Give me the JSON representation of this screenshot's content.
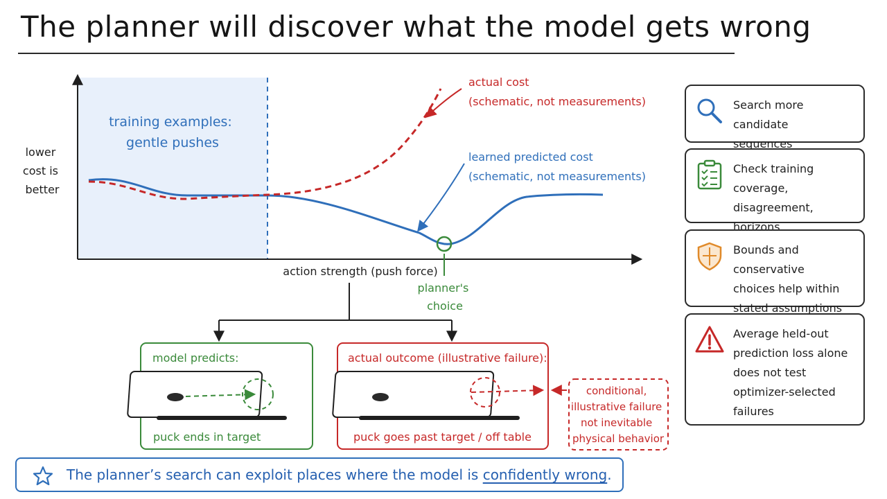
{
  "title": "The planner will discover what the model gets wrong",
  "chart": {
    "y_label_lines": [
      "lower",
      "cost is",
      "better"
    ],
    "x_label": "action strength (push force)",
    "region_label_lines": [
      "training examples:",
      "gentle pushes"
    ],
    "actual_label_lines": [
      "actual cost",
      "(schematic, not measurements)"
    ],
    "predicted_label_lines": [
      "learned predicted cost",
      "(schematic, not measurements)"
    ],
    "choice_label_lines": [
      "planner's",
      "choice"
    ]
  },
  "predict_box": {
    "heading": "model predicts:",
    "caption": "puck ends in target"
  },
  "actual_box": {
    "heading": "actual outcome (illustrative failure):",
    "caption": "puck goes past target / off table"
  },
  "note_lines": [
    "conditional,",
    "illustrative failure",
    "not inevitable",
    "physical behavior"
  ],
  "side_cards": [
    {
      "icon": "magnifier-icon",
      "text": "Search more candidate\nsequences"
    },
    {
      "icon": "clipboard-checklist-icon",
      "text": "Check training coverage,\ndisagreement, horizons,\nand real outcomes"
    },
    {
      "icon": "shield-icon",
      "text": "Bounds and conservative\nchoices help within\nstated assumptions"
    },
    {
      "icon": "warning-triangle-icon",
      "text": "Average held-out\nprediction loss alone\ndoes not test\noptimizer-selected\nfailures"
    }
  ],
  "banner": {
    "text_before": "The planner’s search can exploit places where the model is ",
    "text_emph": "confidently wrong",
    "text_after": "."
  },
  "colors": {
    "actual": "#c62828",
    "predicted": "#2f6fba",
    "planner": "#3a8a3a",
    "region_fill": "#e8f0fb",
    "ink": "#1f1f1f"
  }
}
